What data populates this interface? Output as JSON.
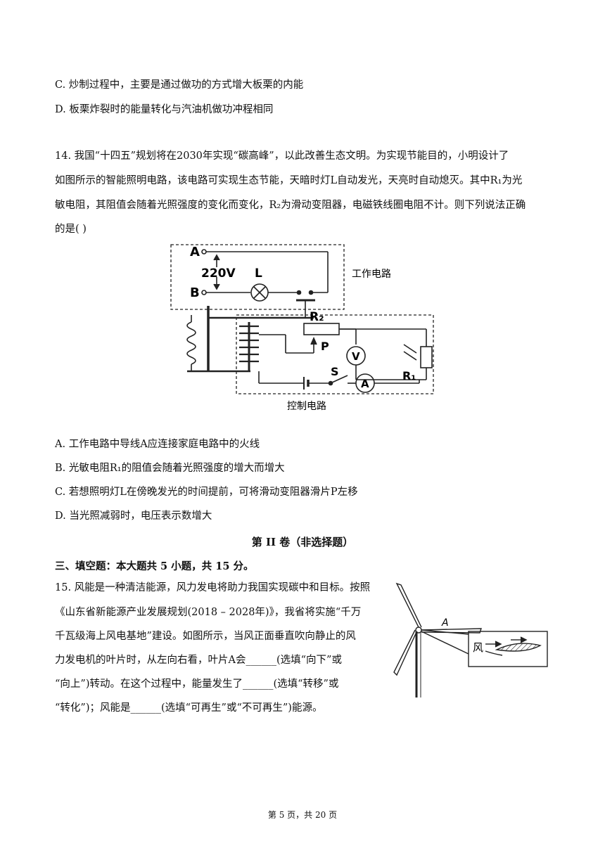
{
  "q13": {
    "option_c": "C. 炒制过程中，主要是通过做功的方式增大板栗的内能",
    "option_d": "D. 板栗炸裂时的能量转化与汽油机做功冲程相同"
  },
  "q14": {
    "stem_line1": "14. 我国“十四五”规划将在2030年实现“碳高峰”，以此改善生态文明。为实现节能目的，小明设计了",
    "stem_line2": "如图所示的智能照明电路，该电路可实现生态节能，天暗时灯L自动发光，天亮时自动熄灭。其中R₁为光",
    "stem_line3": "敏电阻，其阻值会随着光照强度的变化而变化，R₂为滑动变阻器，电磁铁线圈电阻不计。则下列说法正确",
    "stem_line4": "的是(    )",
    "figure": {
      "label_a": "A",
      "label_b": "B",
      "voltage": "220V",
      "lamp": "L",
      "r2": "R₂",
      "p": "P",
      "v": "V",
      "r1": "R₁",
      "s": "S",
      "ammeter": "A",
      "work_circuit": "工作电路",
      "control_circuit": "控制电路"
    },
    "option_a": "A. 工作电路中导线A应连接家庭电路中的火线",
    "option_b": "B. 光敏电阻R₁的阻值会随着光照强度的增大而增大",
    "option_c": "C. 若想照明灯L在傍晚发光的时间提前，可将滑动变阻器滑片P左移",
    "option_d": "D. 当光照减弱时，电压表示数增大"
  },
  "part2_title": "第 II 卷（非选择题）",
  "section3": "三、填空题：本大题共 5 小题，共 15 分。",
  "q15": {
    "line1": "15. 风能是一种清洁能源，风力发电将助力我国实现碳中和目标。按照",
    "line2": "《山东省新能源产业发展规划(2018 – 2028年)》，我省将实施“千万",
    "line3": "千瓦级海上风电基地”建设。如图所示，当风正面垂直吹向静止的风",
    "line4": "力发电机的叶片时，从左向右看，叶片A会______(选填“向下”或",
    "line5": "“向上”)转动。在这个过程中，能量发生了______(选填“转移”或",
    "line6": "“转化”)；风能是______(选填“可再生”或“不可再生”)能源。",
    "figure": {
      "label_a": "A",
      "wind": "风"
    }
  },
  "footer": "第 5 页，共 20 页"
}
